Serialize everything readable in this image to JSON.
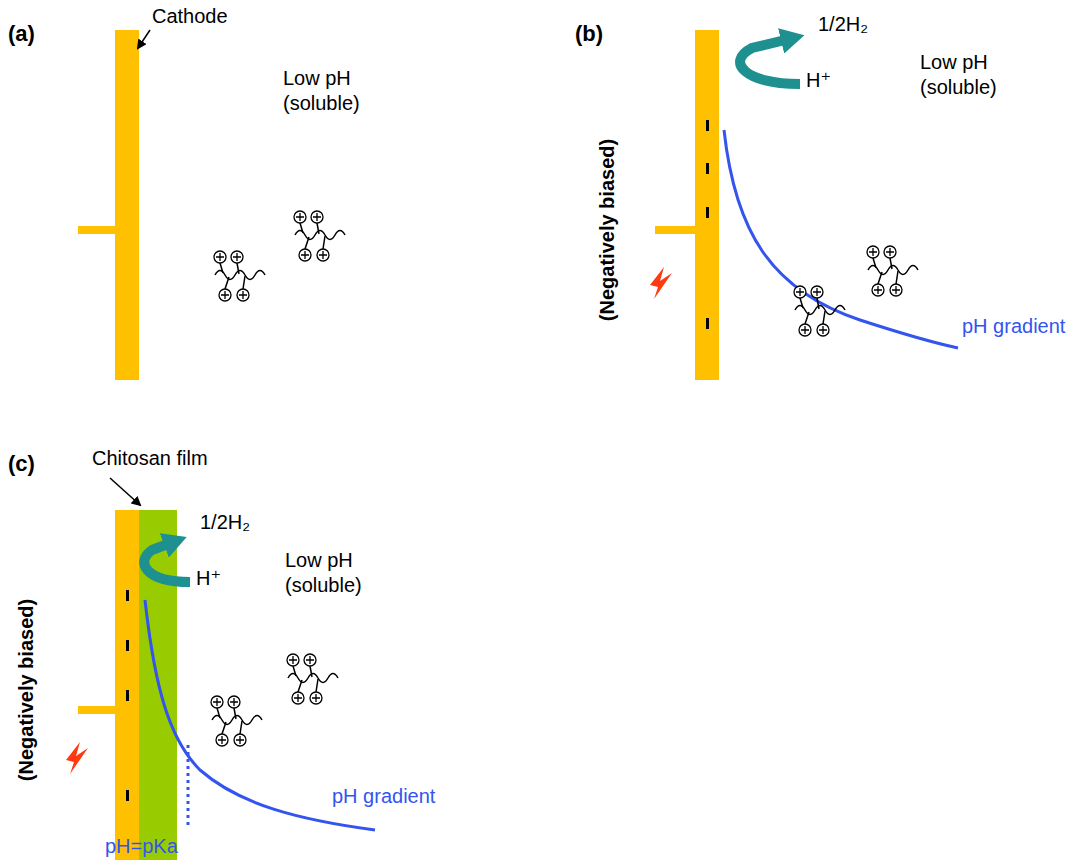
{
  "diagram": {
    "labels": [
      "(a)",
      "Cathode",
      "Low pH (soluble)",
      "(b)",
      "(Negatively biased)",
      "1/2H₂",
      "H⁺",
      "Low pH (soluble)",
      "pH gradient",
      "(c)",
      "Chitosan film",
      "(Negatively biased)",
      "1/2H₂",
      "H⁺",
      "Low pH (soluble)",
      "pH gradient",
      "pH=pKa"
    ]
  }
}
